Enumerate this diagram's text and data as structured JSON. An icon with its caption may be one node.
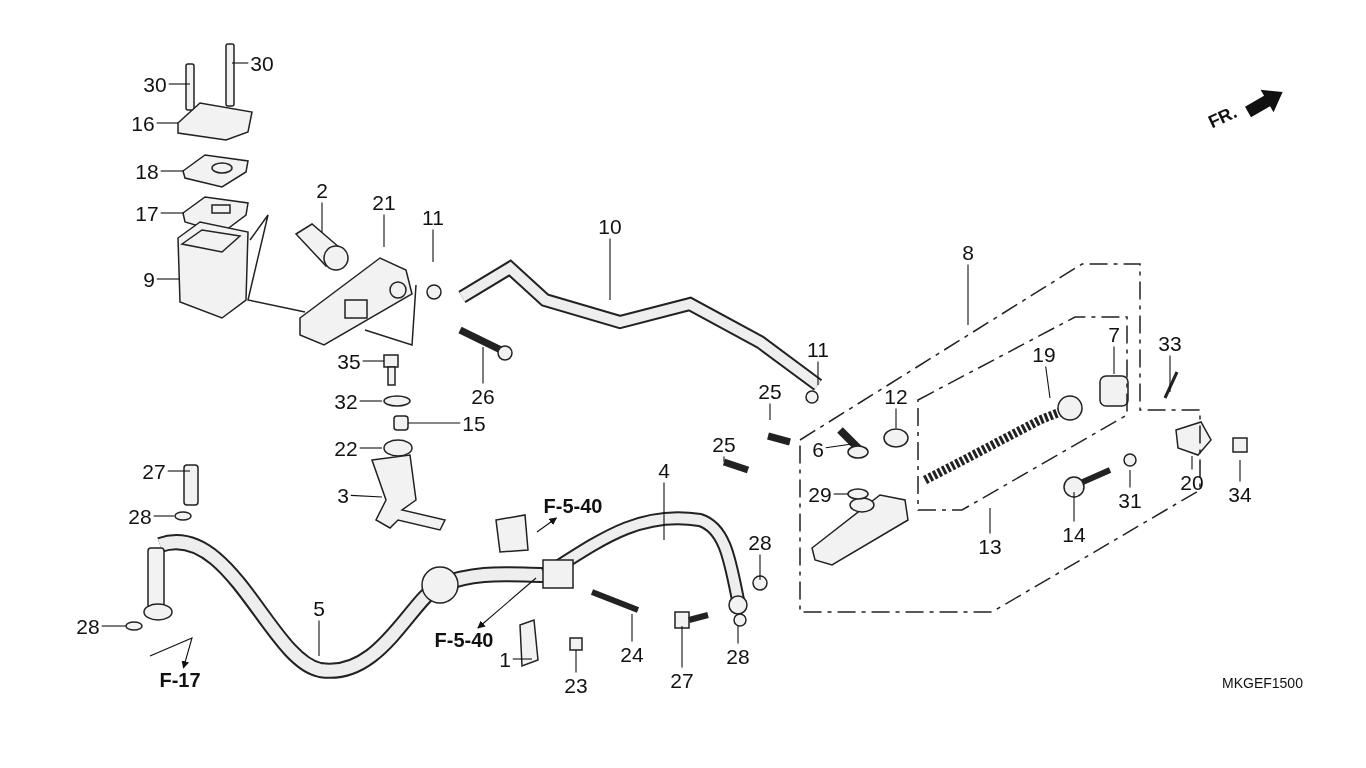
{
  "diagram": {
    "nodes": [
      {
        "text": [
          "30"
        ]
      },
      {
        "text": [
          "30"
        ]
      },
      {
        "text": [
          "16"
        ]
      },
      {
        "text": [
          "18"
        ]
      },
      {
        "text": [
          "17"
        ]
      },
      {
        "text": [
          "2"
        ]
      },
      {
        "text": [
          "21"
        ]
      },
      {
        "text": [
          "11"
        ]
      },
      {
        "text": [
          "9"
        ]
      },
      {
        "text": [
          "10"
        ]
      },
      {
        "text": [
          "8"
        ]
      },
      {
        "text": [
          "33"
        ]
      },
      {
        "text": [
          "7"
        ]
      },
      {
        "text": [
          "19"
        ]
      },
      {
        "text": [
          "35"
        ]
      },
      {
        "text": [
          "11"
        ]
      },
      {
        "text": [
          "26"
        ]
      },
      {
        "text": [
          "12"
        ]
      },
      {
        "text": [
          "25"
        ]
      },
      {
        "text": [
          "32"
        ]
      },
      {
        "text": [
          "15"
        ]
      },
      {
        "text": [
          "25"
        ]
      },
      {
        "text": [
          "6"
        ]
      },
      {
        "text": [
          "22"
        ]
      },
      {
        "text": [
          "29"
        ]
      },
      {
        "text": [
          "27"
        ]
      },
      {
        "text": [
          "4"
        ]
      },
      {
        "text": [
          "3"
        ]
      },
      {
        "text": [
          "20"
        ]
      },
      {
        "text": [
          "34"
        ]
      },
      {
        "text": [
          "31"
        ]
      },
      {
        "text": [
          "F-5-40"
        ]
      },
      {
        "text": [
          "28"
        ]
      },
      {
        "text": [
          "13"
        ]
      },
      {
        "text": [
          "14"
        ]
      },
      {
        "text": [
          "28"
        ]
      },
      {
        "text": [
          "5"
        ]
      },
      {
        "text": [
          "F-5-40"
        ]
      },
      {
        "text": [
          "28"
        ]
      },
      {
        "text": [
          "24"
        ]
      },
      {
        "text": [
          "27"
        ]
      },
      {
        "text": [
          "28"
        ]
      },
      {
        "text": [
          "1"
        ]
      },
      {
        "text": [
          "23"
        ]
      },
      {
        "text": [
          "F-17"
        ]
      }
    ],
    "edges": [
      {
        "from": 0,
        "to": null,
        "arrow": "none"
      },
      {
        "from": 1,
        "to": null,
        "arrow": "none"
      },
      {
        "from": 2,
        "to": null,
        "arrow": "none"
      },
      {
        "from": 3,
        "to": null,
        "arrow": "none"
      },
      {
        "from": 4,
        "to": null,
        "arrow": "none"
      },
      {
        "from": 5,
        "to": null,
        "arrow": "none"
      },
      {
        "from": 6,
        "to": null,
        "arrow": "none"
      },
      {
        "from": 7,
        "to": null,
        "arrow": "none"
      },
      {
        "from": 8,
        "to": null,
        "arrow": "none"
      },
      {
        "from": 9,
        "to": null,
        "arrow": "none"
      },
      {
        "from": 10,
        "to": null,
        "arrow": "none"
      },
      {
        "from": 11,
        "to": null,
        "arrow": "none"
      },
      {
        "from": 12,
        "to": null,
        "arrow": "none"
      },
      {
        "from": 13,
        "to": null,
        "arrow": "none"
      },
      {
        "from": 14,
        "to": null,
        "arrow": "none"
      },
      {
        "from": 15,
        "to": null,
        "arrow": "none"
      },
      {
        "from": 16,
        "to": null,
        "arrow": "none"
      },
      {
        "from": 17,
        "to": null,
        "arrow": "none"
      },
      {
        "from": 18,
        "to": null,
        "arrow": "none"
      },
      {
        "from": 19,
        "to": null,
        "arrow": "none"
      },
      {
        "from": 20,
        "to": null,
        "arrow": "none"
      },
      {
        "from": 21,
        "to": null,
        "arrow": "none"
      },
      {
        "from": 22,
        "to": null,
        "arrow": "none"
      },
      {
        "from": 23,
        "to": null,
        "arrow": "none"
      },
      {
        "from": 24,
        "to": null,
        "arrow": "none"
      },
      {
        "from": 25,
        "to": null,
        "arrow": "none"
      },
      {
        "from": 26,
        "to": null,
        "arrow": "none"
      },
      {
        "from": 27,
        "to": null,
        "arrow": "none"
      },
      {
        "from": 28,
        "to": null,
        "arrow": "none"
      },
      {
        "from": 29,
        "to": null,
        "arrow": "none"
      },
      {
        "from": 30,
        "to": null,
        "arrow": "none"
      },
      {
        "from": null,
        "to": 31,
        "arrow": "to"
      },
      {
        "from": 32,
        "to": null,
        "arrow": "none"
      },
      {
        "from": 33,
        "to": null,
        "arrow": "none"
      },
      {
        "from": 34,
        "to": null,
        "arrow": "none"
      },
      {
        "from": 35,
        "to": null,
        "arrow": "none"
      },
      {
        "from": 36,
        "to": null,
        "arrow": "none"
      },
      {
        "from": null,
        "to": 37,
        "arrow": "to"
      },
      {
        "from": 38,
        "to": null,
        "arrow": "none"
      },
      {
        "from": 39,
        "to": null,
        "arrow": "none"
      },
      {
        "from": 40,
        "to": null,
        "arrow": "none"
      },
      {
        "from": 41,
        "to": null,
        "arrow": "none"
      },
      {
        "from": 42,
        "to": null,
        "arrow": "none"
      },
      {
        "from": 43,
        "to": null,
        "arrow": "none"
      },
      {
        "from": null,
        "to": 44,
        "arrow": "to"
      }
    ],
    "labels": [
      "FR.",
      "MKGEF1500"
    ]
  }
}
